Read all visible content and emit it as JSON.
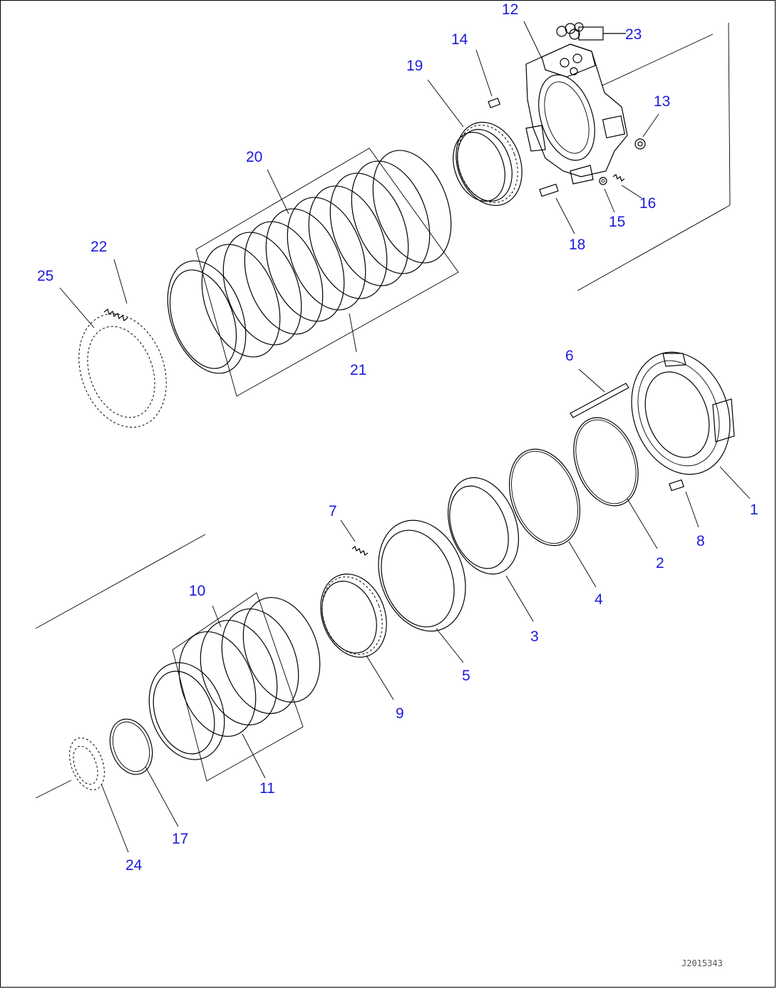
{
  "callouts": [
    {
      "id": "1",
      "label": "1"
    },
    {
      "id": "2",
      "label": "2"
    },
    {
      "id": "3",
      "label": "3"
    },
    {
      "id": "4",
      "label": "4"
    },
    {
      "id": "5",
      "label": "5"
    },
    {
      "id": "6",
      "label": "6"
    },
    {
      "id": "7",
      "label": "7"
    },
    {
      "id": "8",
      "label": "8"
    },
    {
      "id": "9",
      "label": "9"
    },
    {
      "id": "10",
      "label": "10"
    },
    {
      "id": "11",
      "label": "11"
    },
    {
      "id": "12",
      "label": "12"
    },
    {
      "id": "13",
      "label": "13"
    },
    {
      "id": "14",
      "label": "14"
    },
    {
      "id": "15",
      "label": "15"
    },
    {
      "id": "16",
      "label": "16"
    },
    {
      "id": "17",
      "label": "17"
    },
    {
      "id": "18",
      "label": "18"
    },
    {
      "id": "19",
      "label": "19"
    },
    {
      "id": "20",
      "label": "20"
    },
    {
      "id": "21",
      "label": "21"
    },
    {
      "id": "22",
      "label": "22"
    },
    {
      "id": "23",
      "label": "23"
    },
    {
      "id": "24",
      "label": "24"
    },
    {
      "id": "25",
      "label": "25"
    }
  ],
  "drawing_code": "J2015343",
  "colors": {
    "callout": "#1a1adb",
    "line": "#000000"
  }
}
